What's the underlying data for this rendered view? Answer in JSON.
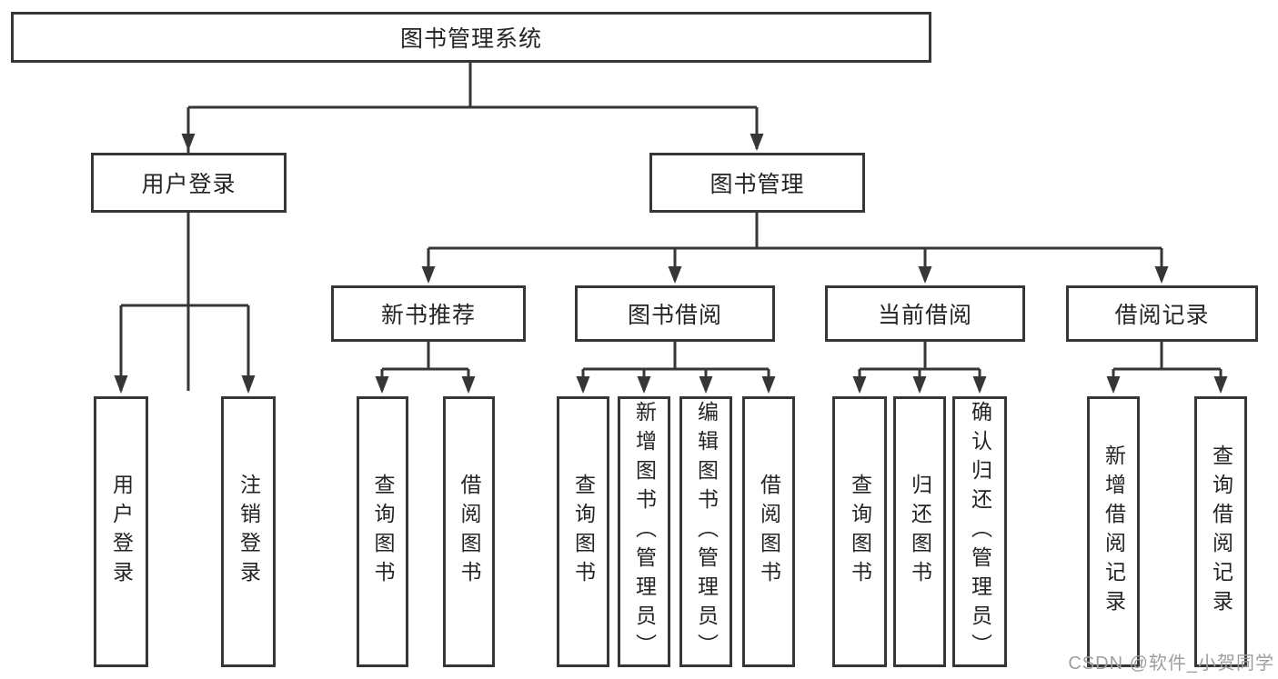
{
  "colors": {
    "line": "#363636",
    "box_border": "#363636",
    "text": "#242424",
    "watermark": "#9e9e9e",
    "background": "#ffffff"
  },
  "tree": {
    "root": "图书管理系统",
    "level2": [
      {
        "label": "用户登录"
      },
      {
        "label": "图书管理"
      }
    ],
    "level3": [
      {
        "label": "新书推荐"
      },
      {
        "label": "图书借阅"
      },
      {
        "label": "当前借阅"
      },
      {
        "label": "借阅记录"
      }
    ],
    "leaves": {
      "user_login": [
        "用户登录",
        "注销登录"
      ],
      "new_book": [
        "查询图书",
        "借阅图书"
      ],
      "book_borrow": [
        "查询图书",
        "新增图书（管理员）",
        "编辑图书（管理员）",
        "借阅图书"
      ],
      "current_borrow": [
        "查询图书",
        "归还图书",
        "确认归还（管理员）"
      ],
      "borrow_record": [
        "新增借阅记录",
        "查询借阅记录"
      ]
    }
  },
  "watermark": {
    "text": "CSDN @软件_小贺同学"
  }
}
